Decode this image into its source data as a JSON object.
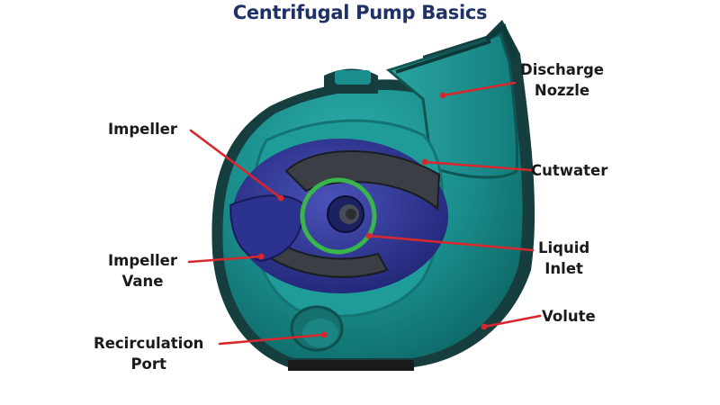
{
  "title": "Centrifugal Pump Basics",
  "labels": {
    "discharge_nozzle": [
      "Discharge",
      "Nozzle"
    ],
    "impeller": "Impeller",
    "cutwater": "Cutwater",
    "impeller_vane": [
      "Impeller",
      "Vane"
    ],
    "liquid_inlet": [
      "Liquid",
      "Inlet"
    ],
    "volute": "Volute",
    "recirculation_port": [
      "Recirculation",
      "Port"
    ]
  },
  "colors": {
    "title": "#1f3166",
    "casing": "#1a8e8c",
    "casing_edge": "#0d3b3c",
    "impeller": "#2a2f8a",
    "inlet_ring": "#39b54a",
    "pointer": "#d9272e"
  }
}
